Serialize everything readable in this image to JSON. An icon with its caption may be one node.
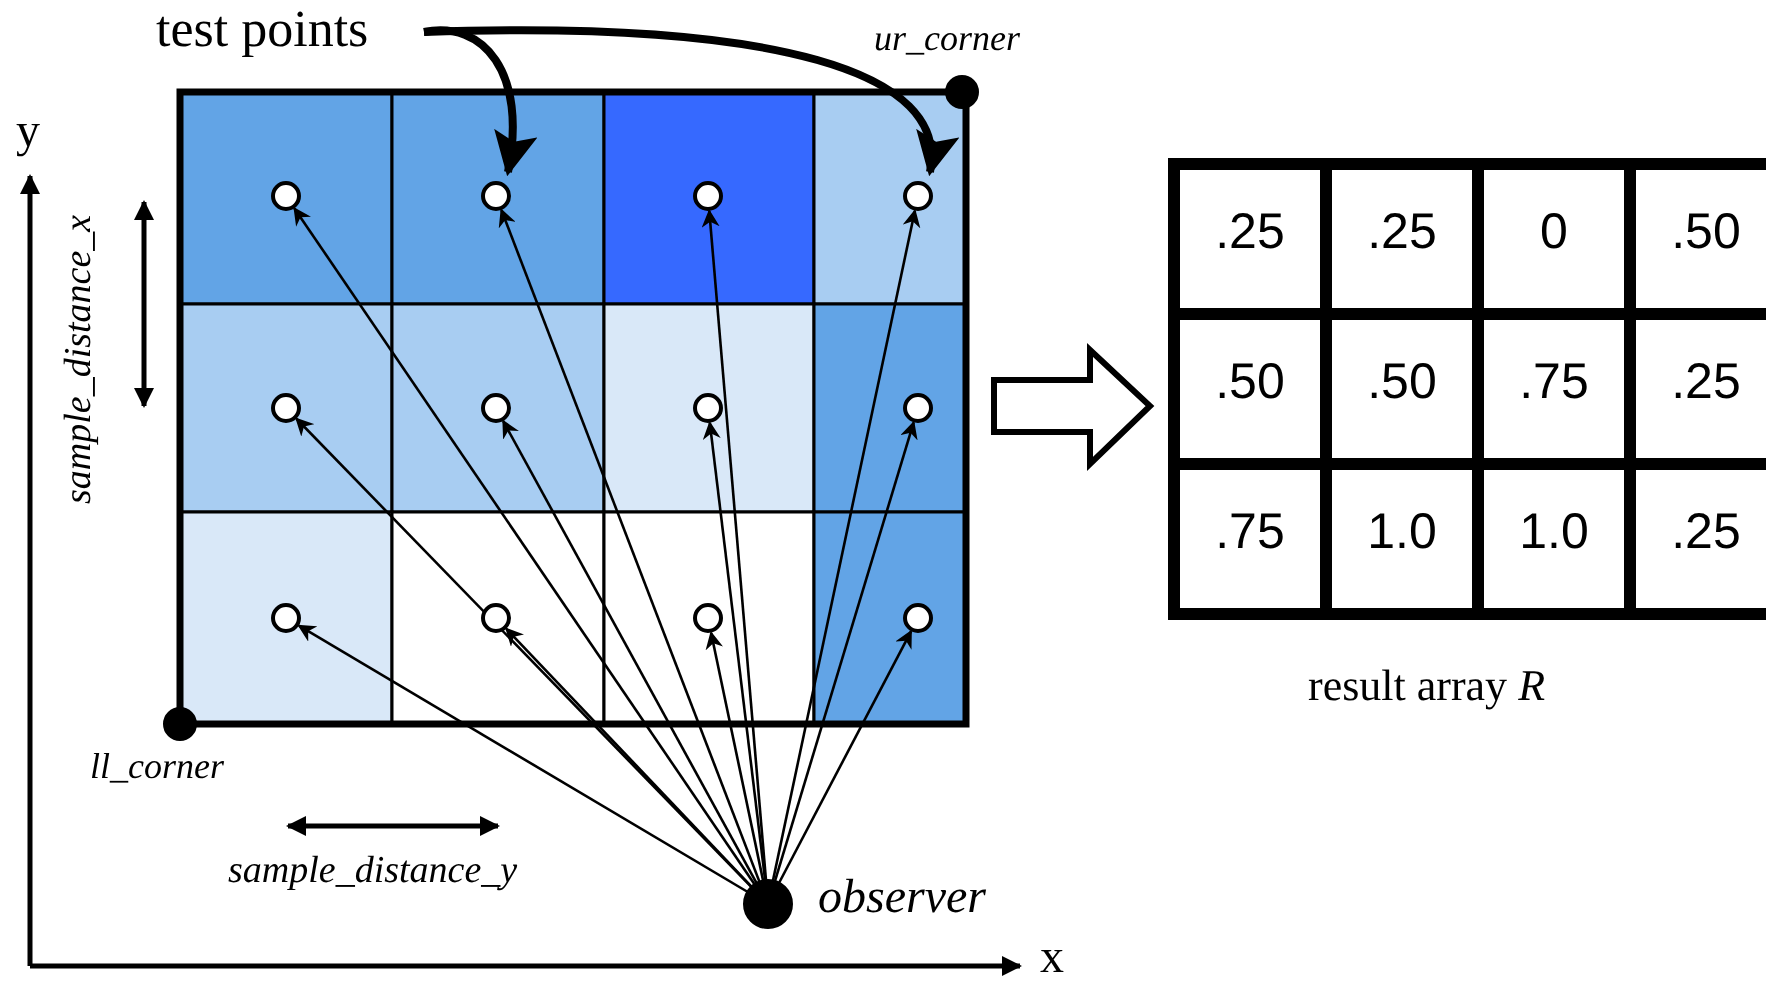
{
  "diagram": {
    "nodes": [
      {
        "text": [
          "test points"
        ]
      },
      {
        "text": [],
        "shape": "circle"
      },
      {
        "text": [],
        "shape": "circle"
      },
      {
        "text": [],
        "shape": "circle"
      },
      {
        "text": [],
        "shape": "circle"
      },
      {
        "text": [],
        "shape": "circle"
      },
      {
        "text": [],
        "shape": "circle"
      },
      {
        "text": [],
        "shape": "circle"
      },
      {
        "text": [],
        "shape": "circle"
      },
      {
        "text": [],
        "shape": "circle"
      },
      {
        "text": [],
        "shape": "circle"
      },
      {
        "text": [],
        "shape": "circle"
      },
      {
        "text": [],
        "shape": "circle"
      },
      {
        "text": [],
        "shape": "circle",
        "beside": [
          "ur_corner"
        ]
      },
      {
        "text": [],
        "shape": "circle",
        "beside": [
          "ll_corner"
        ]
      },
      {
        "text": [],
        "shape": "circle",
        "beside": [
          "observer"
        ]
      }
    ],
    "edges": [
      {
        "from": 0,
        "to": 2,
        "arrow": "to",
        "style": "thick"
      },
      {
        "from": 0,
        "to": 4,
        "arrow": "to",
        "style": "thick"
      },
      {
        "from": 15,
        "to": 1,
        "arrow": "to"
      },
      {
        "from": 15,
        "to": 2,
        "arrow": "to"
      },
      {
        "from": 15,
        "to": 3,
        "arrow": "to"
      },
      {
        "from": 15,
        "to": 4,
        "arrow": "to"
      },
      {
        "from": 15,
        "to": 5,
        "arrow": "to"
      },
      {
        "from": 15,
        "to": 6,
        "arrow": "to"
      },
      {
        "from": 15,
        "to": 7,
        "arrow": "to"
      },
      {
        "from": 15,
        "to": 8,
        "arrow": "to"
      },
      {
        "from": 15,
        "to": 9,
        "arrow": "to"
      },
      {
        "from": 15,
        "to": 10,
        "arrow": "to"
      },
      {
        "from": 15,
        "to": 11,
        "arrow": "to"
      },
      {
        "from": 15,
        "to": 12,
        "arrow": "to"
      }
    ],
    "labels": [
      "y",
      "sample_distance_x",
      "sample_distance_y",
      "x",
      ".25",
      ".25",
      "0",
      ".50",
      ".50",
      ".50",
      ".75",
      ".25",
      ".75",
      "1.0",
      "1.0",
      ".25",
      "result array *R*"
    ]
  }
}
